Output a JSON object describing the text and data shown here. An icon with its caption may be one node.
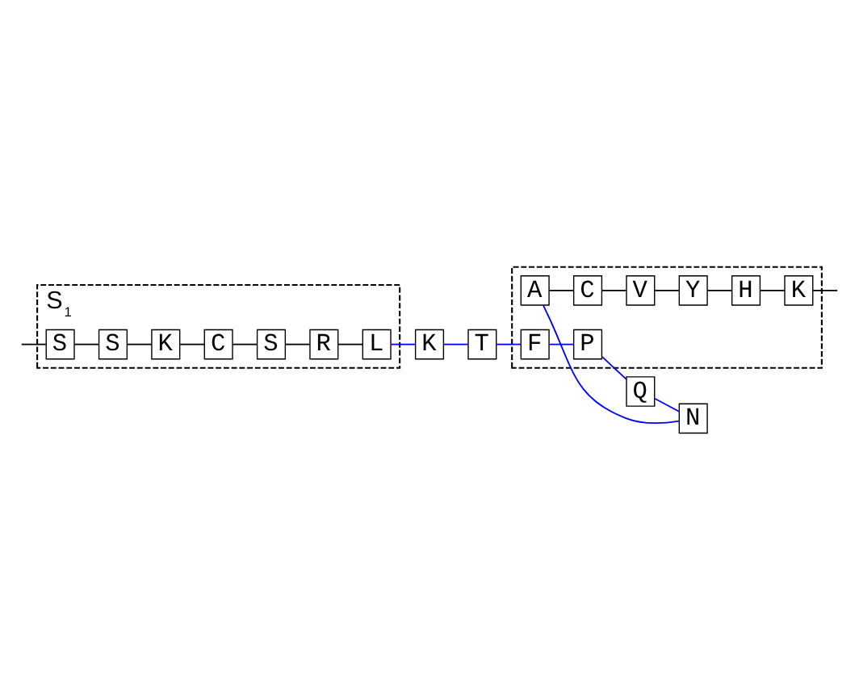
{
  "diagram": {
    "nodes": [
      {
        "text": [
          "S$_{1}$"
        ]
      },
      {
        "text": [
          "S"
        ],
        "in": 0
      },
      {
        "text": [
          "S"
        ],
        "in": 0
      },
      {
        "text": [
          "K"
        ],
        "in": 0
      },
      {
        "text": [
          "C"
        ],
        "in": 0
      },
      {
        "text": [
          "S"
        ],
        "in": 0
      },
      {
        "text": [
          "R"
        ],
        "in": 0
      },
      {
        "text": [
          "L"
        ],
        "in": 0
      },
      {
        "text": [
          "K"
        ]
      },
      {
        "text": [
          "T"
        ]
      },
      {
        "text": [
          "Q"
        ]
      },
      {
        "text": [
          "N"
        ]
      },
      {
        "text": [],
        "shape": "box"
      },
      {
        "text": [
          "F"
        ],
        "in": 12
      },
      {
        "text": [
          "P"
        ],
        "in": 12
      },
      {
        "text": [
          "A"
        ],
        "in": 12
      },
      {
        "text": [
          "C"
        ],
        "in": 12
      },
      {
        "text": [
          "V"
        ],
        "in": 12
      },
      {
        "text": [
          "Y"
        ],
        "in": 12
      },
      {
        "text": [
          "H"
        ],
        "in": 12
      },
      {
        "text": [
          "K"
        ],
        "in": 12
      }
    ],
    "edges": [
      {
        "from": null,
        "to": 1,
        "arrow": "none"
      },
      {
        "from": 1,
        "to": 2,
        "arrow": "none"
      },
      {
        "from": 2,
        "to": 3,
        "arrow": "none"
      },
      {
        "from": 3,
        "to": 4,
        "arrow": "none"
      },
      {
        "from": 4,
        "to": 5,
        "arrow": "none"
      },
      {
        "from": 5,
        "to": 6,
        "arrow": "none"
      },
      {
        "from": 6,
        "to": 7,
        "arrow": "none"
      },
      {
        "from": 7,
        "to": 8,
        "arrow": "none",
        "color": "#0000ff"
      },
      {
        "from": 8,
        "to": 9,
        "arrow": "none",
        "color": "#0000ff"
      },
      {
        "from": 9,
        "to": 13,
        "arrow": "none",
        "color": "#0000ff"
      },
      {
        "from": 13,
        "to": 14,
        "arrow": "none",
        "color": "#0000ff"
      },
      {
        "from": 14,
        "to": 10,
        "arrow": "none",
        "color": "#0000ff"
      },
      {
        "from": 10,
        "to": 11,
        "arrow": "none",
        "color": "#0000ff"
      },
      {
        "from": 11,
        "to": 15,
        "arrow": "none",
        "color": "#0000ff"
      },
      {
        "from": 15,
        "to": 16,
        "arrow": "none"
      },
      {
        "from": 16,
        "to": 17,
        "arrow": "none"
      },
      {
        "from": 17,
        "to": 18,
        "arrow": "none"
      },
      {
        "from": 18,
        "to": 19,
        "arrow": "none"
      },
      {
        "from": 19,
        "to": 20,
        "arrow": "none"
      },
      {
        "from": 20,
        "to": null,
        "arrow": "none"
      }
    ]
  }
}
